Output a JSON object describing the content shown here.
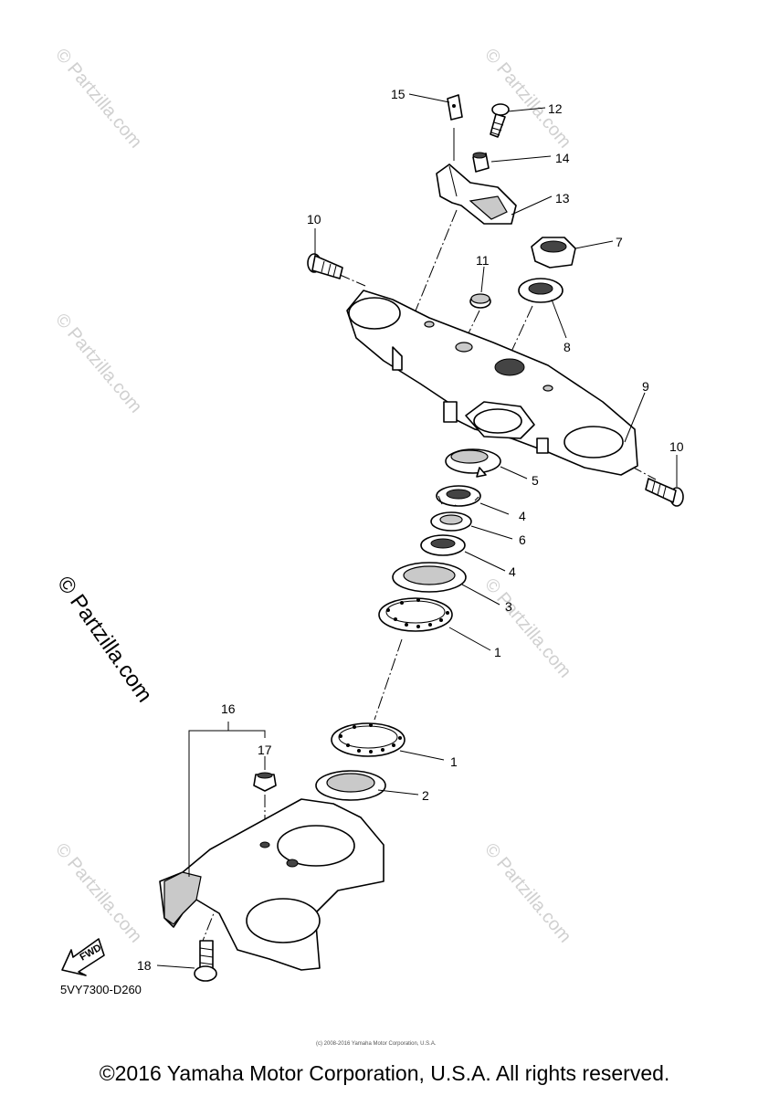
{
  "callouts": {
    "c1a": "1",
    "c1b": "1",
    "c2": "2",
    "c3": "3",
    "c4a": "4",
    "c4b": "4",
    "c5": "5",
    "c6": "6",
    "c7": "7",
    "c8": "8",
    "c9": "9",
    "c10a": "10",
    "c10b": "10",
    "c11": "11",
    "c12": "12",
    "c13": "13",
    "c14": "14",
    "c15": "15",
    "c16": "16",
    "c17": "17",
    "c18": "18"
  },
  "fwd_label": "FWD",
  "diagram_ref": "5VY7300-D260",
  "watermark": "© Partzilla.com",
  "watermark_big": "© Partzilla.com",
  "small_copyright": "(c) 2008-2016 Yamaha Motor Corporation, U.S.A.",
  "footer": "©2016 Yamaha Motor Corporation, U.S.A. All rights reserved."
}
